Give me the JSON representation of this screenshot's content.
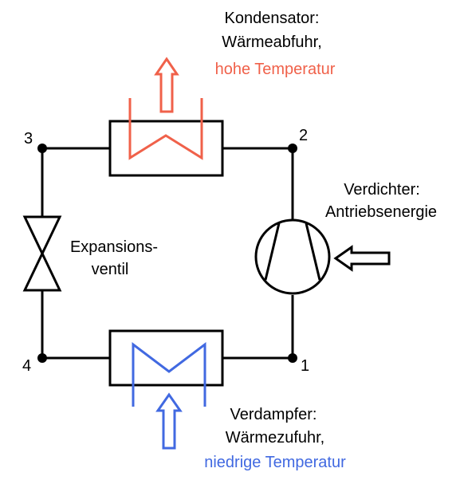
{
  "condenser": {
    "label_line1": "Kondensator:",
    "label_line2": "Wärmeabfuhr,",
    "label_line3": "hohe Temperatur",
    "accent_color": "#f0614a"
  },
  "compressor": {
    "label_line1": "Verdichter:",
    "label_line2": "Antriebsenergie"
  },
  "valve": {
    "label_line1": "Expansions-",
    "label_line2": "ventil"
  },
  "evaporator": {
    "label_line1": "Verdampfer:",
    "label_line2": "Wärmezufuhr,",
    "label_line3": "niedrige Temperatur",
    "accent_color": "#4169e1"
  },
  "nodes": {
    "n1": "1",
    "n2": "2",
    "n3": "3",
    "n4": "4"
  }
}
